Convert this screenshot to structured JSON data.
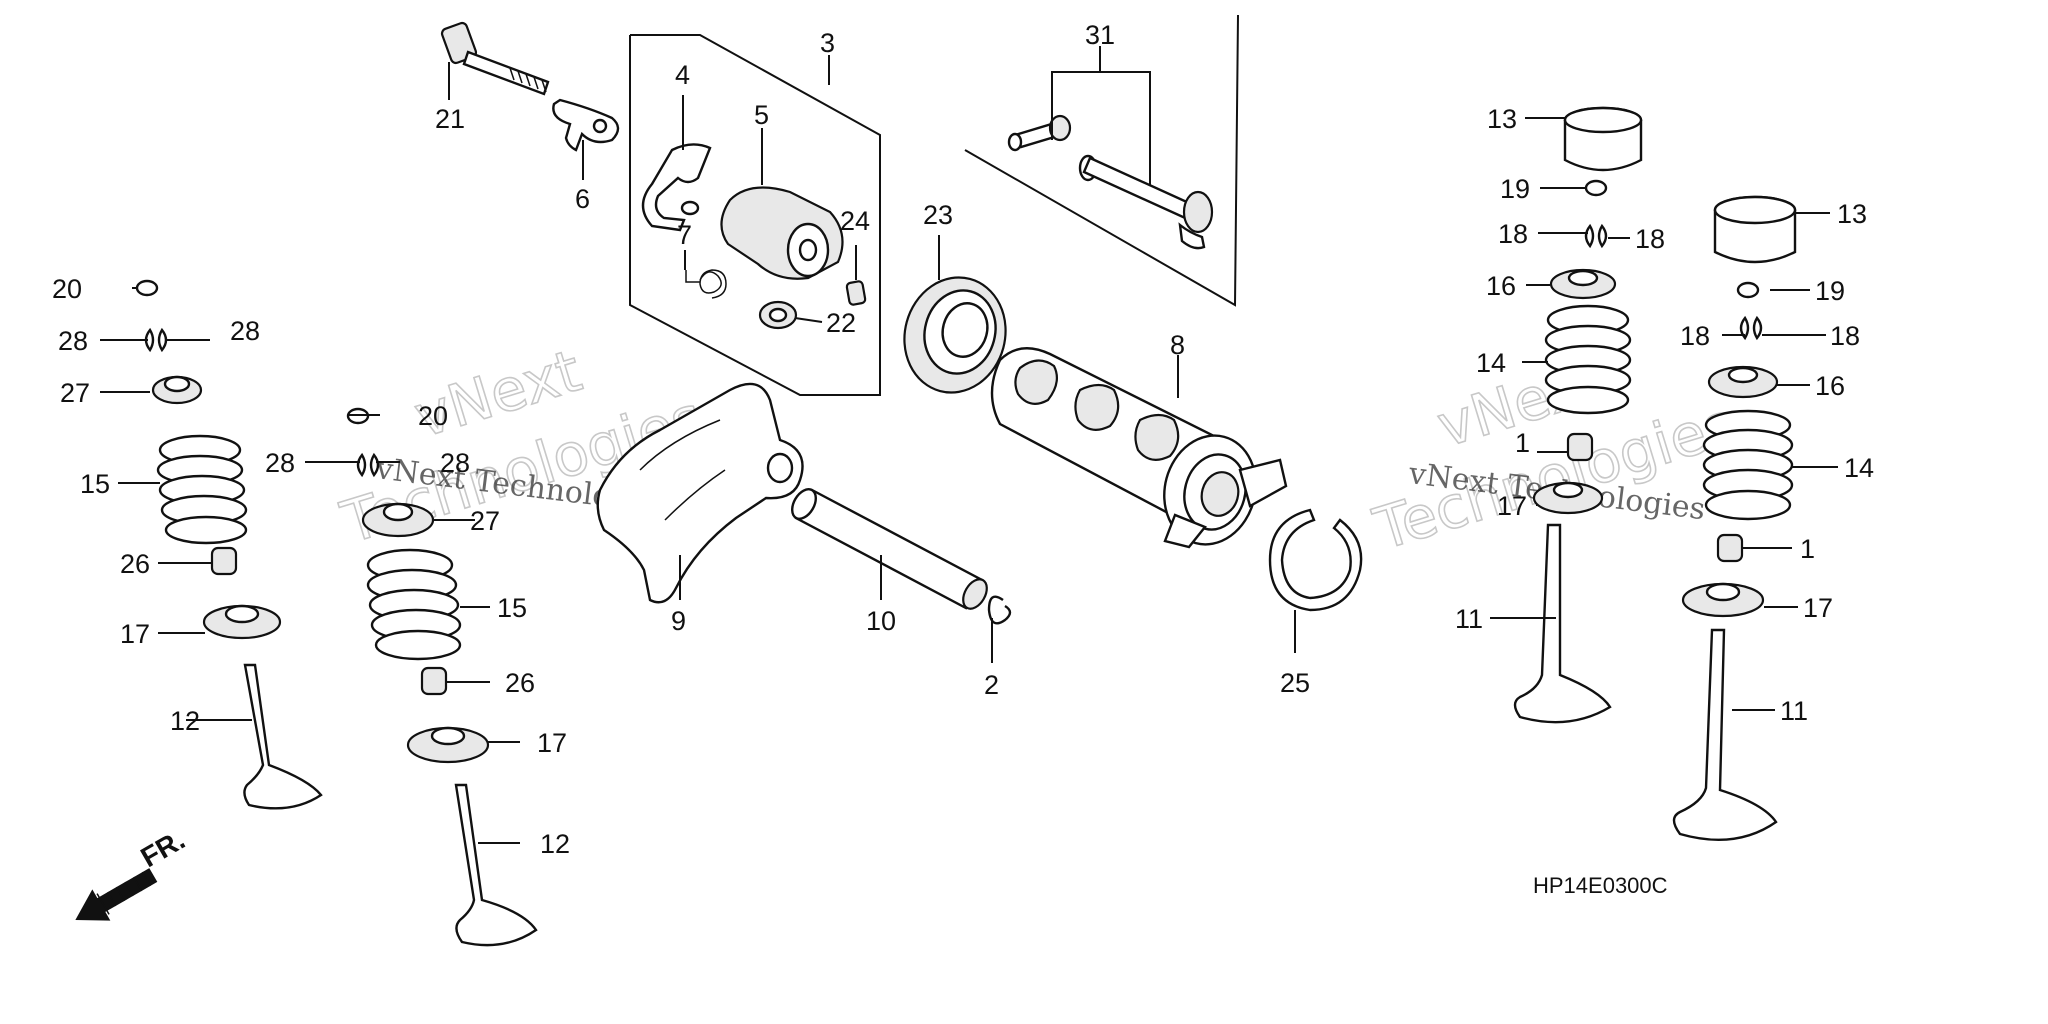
{
  "diagram": {
    "labels": {
      "l1a": "1",
      "l1b": "1",
      "l2": "2",
      "l3": "3",
      "l4": "4",
      "l5": "5",
      "l6": "6",
      "l7": "7",
      "l8": "8",
      "l9": "9",
      "l10": "10",
      "l11a": "11",
      "l11b": "11",
      "l12a": "12",
      "l12b": "12",
      "l13a": "13",
      "l13b": "13",
      "l14a": "14",
      "l14b": "14",
      "l15a": "15",
      "l15b": "15",
      "l16a": "16",
      "l16b": "16",
      "l17a": "17",
      "l17b": "17",
      "l17c": "17",
      "l17d": "17",
      "l18a": "18",
      "l18b": "18",
      "l18c": "18",
      "l18d": "18",
      "l19a": "19",
      "l19b": "19",
      "l20a": "20",
      "l20b": "20",
      "l21": "21",
      "l22": "22",
      "l23": "23",
      "l24": "24",
      "l25": "25",
      "l26a": "26",
      "l26b": "26",
      "l27a": "27",
      "l27b": "27",
      "l28a": "28",
      "l28b": "28",
      "l28c": "28",
      "l28d": "28",
      "l31": "31"
    },
    "front_indicator": "FR.",
    "diagram_code": "HP14E0300C",
    "watermark": {
      "line": "vNext Technologies",
      "top": "vNext",
      "bottom": "Technologies"
    }
  }
}
